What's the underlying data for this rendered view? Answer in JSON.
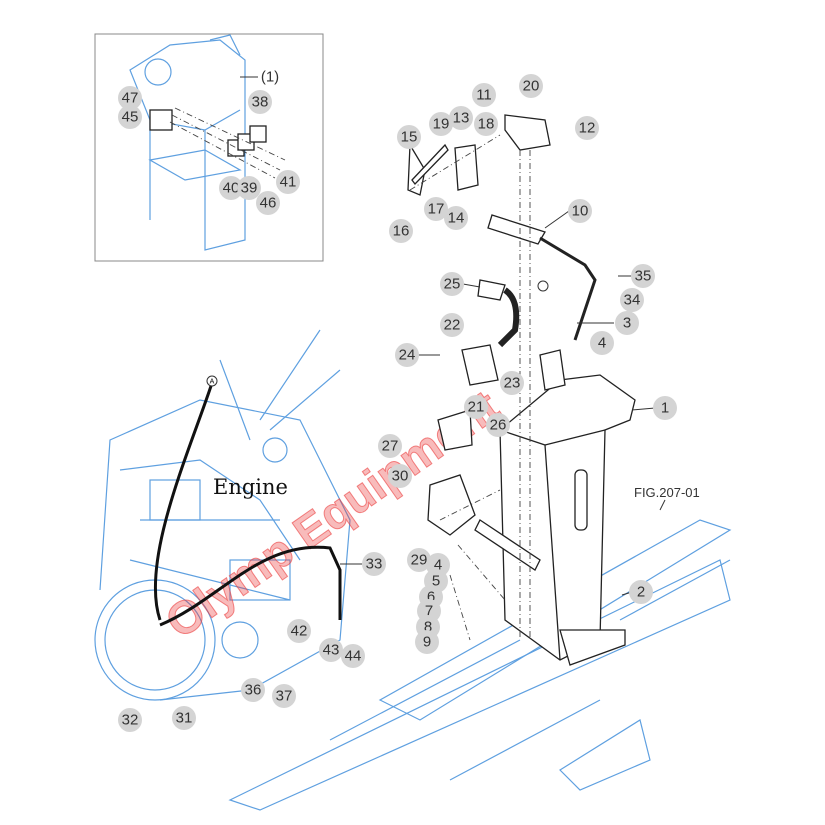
{
  "diagram": {
    "engine_label": "Engine",
    "fig_ref": "FIG.207-01",
    "inset_ref": "(1)",
    "connector_ref": "A",
    "watermark": "Olymp Equipment",
    "colors": {
      "engine_lines": "#5fa0e0",
      "parts": "#222222",
      "callout": "#d4d4d4",
      "watermark": "#eb3c3c"
    },
    "inset_callouts": [
      "47",
      "45",
      "38",
      "41",
      "40",
      "39",
      "46"
    ],
    "callouts": [
      "20",
      "11",
      "12",
      "19",
      "13",
      "18",
      "15",
      "17",
      "14",
      "16",
      "10",
      "35",
      "34",
      "25",
      "3",
      "22",
      "4",
      "24",
      "23",
      "21",
      "1",
      "26",
      "27",
      "30",
      "29",
      "33",
      "4",
      "5",
      "6",
      "7",
      "8",
      "9",
      "2",
      "42",
      "43",
      "44",
      "36",
      "37",
      "32",
      "31"
    ]
  }
}
